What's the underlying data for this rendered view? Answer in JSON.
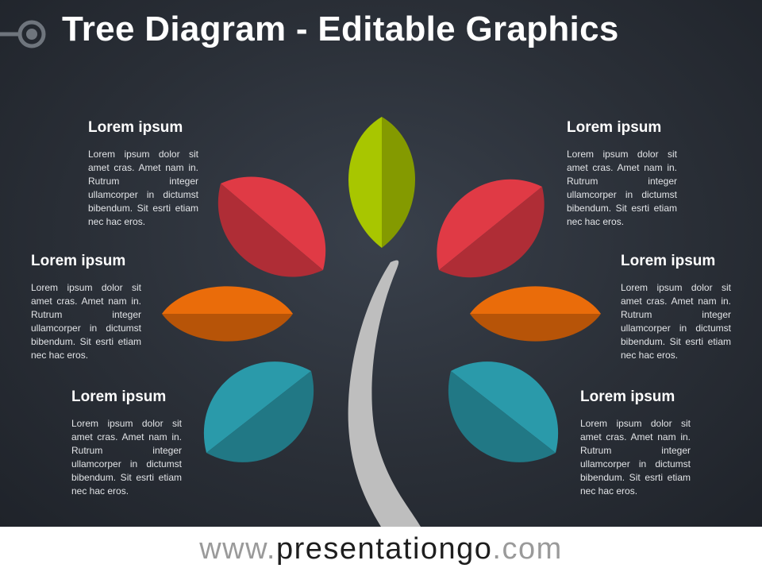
{
  "title": "Tree Diagram - Editable Graphics",
  "items": [
    {
      "heading": "Lorem ipsum",
      "body": "Lorem ipsum dolor sit amet cras. Amet nam in. Rutrum integer ullamcorper in dictumst bibendum. Sit esrti etiam nec hac eros.",
      "color": "#e03a45"
    },
    {
      "heading": "Lorem ipsum",
      "body": "Lorem ipsum dolor sit amet cras. Amet nam in. Rutrum integer ullamcorper in dictumst bibendum. Sit esrti etiam nec hac eros.",
      "color": "#ea6c0a"
    },
    {
      "heading": "Lorem ipsum",
      "body": "Lorem ipsum dolor sit amet cras. Amet nam in. Rutrum integer ullamcorper in dictumst bibendum. Sit esrti etiam nec hac eros.",
      "color": "#2a9aaa"
    },
    {
      "heading": "Lorem ipsum",
      "body": "Lorem ipsum dolor sit amet cras. Amet nam in. Rutrum integer ullamcorper in dictumst bibendum. Sit esrti etiam nec hac eros.",
      "color": "#e03a45"
    },
    {
      "heading": "Lorem ipsum",
      "body": "Lorem ipsum dolor sit amet cras. Amet nam in. Rutrum integer ullamcorper in dictumst bibendum. Sit esrti etiam nec hac eros.",
      "color": "#ea6c0a"
    },
    {
      "heading": "Lorem ipsum",
      "body": "Lorem ipsum dolor sit amet cras. Amet nam in. Rutrum integer ullamcorper in dictumst bibendum. Sit esrti etiam nec hac eros.",
      "color": "#2a9aaa"
    }
  ],
  "top_leaf_color": "#a8c600",
  "trunk_color": "#bebebe",
  "footer": {
    "prefix": "www.",
    "brand": "presentationgo",
    "suffix": ".com"
  }
}
